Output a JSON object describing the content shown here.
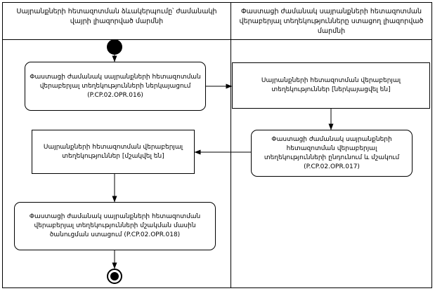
{
  "diagram": {
    "lanes": [
      {
        "id": "left",
        "title": "Սայրանքների հետազոտման ձևակերպումը՝ ժամանակի վայրի լիազորված մարմնի"
      },
      {
        "id": "right",
        "title": "Փաստացի ժամանակ սայրանքների հետազոտման վերաբերյալ տեղեկությունները ստացող լիազորված մարմնի"
      }
    ],
    "nodes": [
      {
        "id": "start",
        "type": "initial-node",
        "label": ""
      },
      {
        "id": "a1",
        "type": "action",
        "label": "Փաստացի ժամանակ սայրանքների հետազոտման վերաբերյալ տեղեկությունների ներկայացում (P.CP.02.OPR.016)"
      },
      {
        "id": "r1",
        "type": "object",
        "label": "Սայրանքների հետազոտման վերաբերյալ տեղեկություններ [ներկայացվել են]"
      },
      {
        "id": "r2",
        "type": "action",
        "label": "Փաստացի ժամանակ սայրանքների հետազոտման վերաբերյալ տեղեկությունների ընդունում և մշակում (P.CP.02.OPR.017)"
      },
      {
        "id": "a2",
        "type": "object",
        "label": "Սայրանքների հետազոտման վերաբերյալ տեղեկություններ [մշակվել են]"
      },
      {
        "id": "a3",
        "type": "action",
        "label": "Փաստացի ժամանակ սայրանքների հետազոտման վերաբերյալ տեղեկությունների մշակման մասին ծանուցման ստացում (P.CP.02.OPR.018)"
      },
      {
        "id": "end",
        "type": "final-node",
        "label": ""
      }
    ],
    "edges": [
      {
        "from": "start",
        "to": "a1"
      },
      {
        "from": "a1",
        "to": "r1"
      },
      {
        "from": "r1",
        "to": "r2"
      },
      {
        "from": "r2",
        "to": "a2"
      },
      {
        "from": "a2",
        "to": "a3"
      },
      {
        "from": "a3",
        "to": "end"
      }
    ]
  },
  "colors": {
    "stroke": "#000000",
    "background": "#ffffff"
  }
}
